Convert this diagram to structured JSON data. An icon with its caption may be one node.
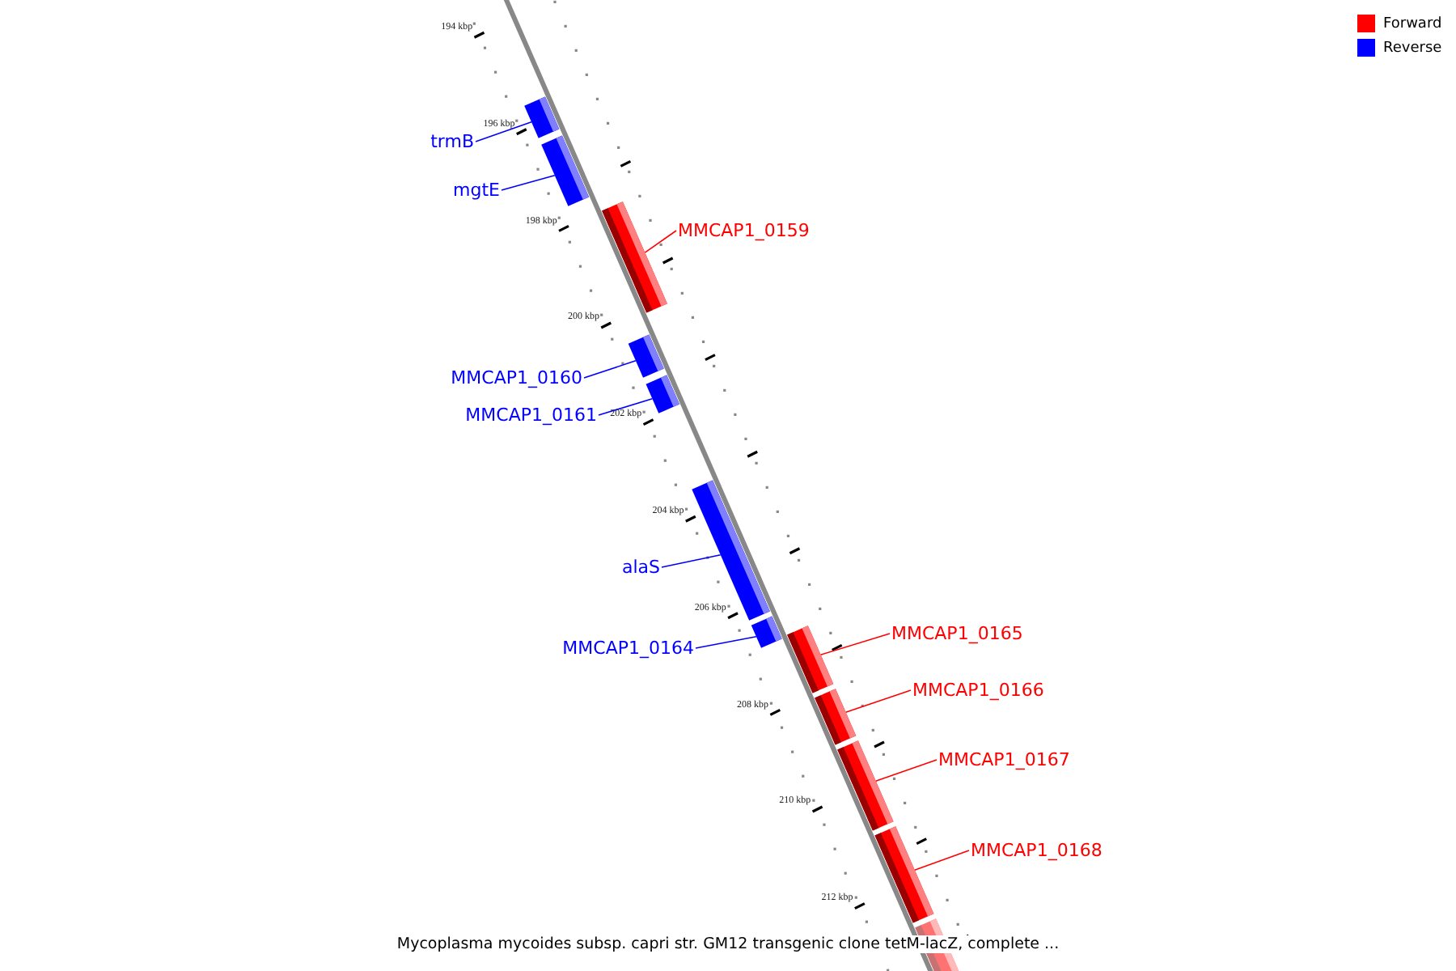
{
  "diagram": {
    "caption": "Mycoplasma mycoides subsp. capri str. GM12 transgenic clone tetM-lacZ, complete ...",
    "nodes": [
      {
        "text": [
          "trmB"
        ]
      },
      {
        "text": [],
        "shape": "bar"
      },
      {
        "text": [
          "mgtE"
        ]
      },
      {
        "text": [],
        "shape": "bar"
      },
      {
        "text": [
          "MMCAP1_0159"
        ]
      },
      {
        "text": [],
        "shape": "bar"
      },
      {
        "text": [
          "MMCAP1_0160"
        ]
      },
      {
        "text": [],
        "shape": "bar"
      },
      {
        "text": [
          "MMCAP1_0161"
        ]
      },
      {
        "text": [],
        "shape": "bar"
      },
      {
        "text": [
          "alaS"
        ]
      },
      {
        "text": [],
        "shape": "bar"
      },
      {
        "text": [
          "MMCAP1_0164"
        ]
      },
      {
        "text": [],
        "shape": "bar"
      },
      {
        "text": [
          "MMCAP1_0165"
        ]
      },
      {
        "text": [],
        "shape": "bar"
      },
      {
        "text": [
          "MMCAP1_0166"
        ]
      },
      {
        "text": [],
        "shape": "bar"
      },
      {
        "text": [
          "MMCAP1_0167"
        ]
      },
      {
        "text": [],
        "shape": "bar"
      },
      {
        "text": [
          "MMCAP1_0168"
        ]
      },
      {
        "text": [],
        "shape": "bar"
      },
      {
        "text": [],
        "shape": "bar"
      }
    ],
    "edges": [
      {
        "from": 0,
        "to": 1,
        "arrow": "none"
      },
      {
        "from": 2,
        "to": 3,
        "arrow": "none"
      },
      {
        "from": 4,
        "to": 5,
        "arrow": "none",
        "color": "#ff0000"
      },
      {
        "from": 6,
        "to": 7,
        "arrow": "none"
      },
      {
        "from": 8,
        "to": 9,
        "arrow": "none"
      },
      {
        "from": 10,
        "to": 11,
        "arrow": "none"
      },
      {
        "from": 12,
        "to": 13,
        "arrow": "none"
      },
      {
        "from": 14,
        "to": 15,
        "arrow": "none",
        "color": "#ff0000"
      },
      {
        "from": 16,
        "to": 17,
        "arrow": "none",
        "color": "#ff0000"
      },
      {
        "from": 18,
        "to": 19,
        "arrow": "none",
        "color": "#ff0000"
      },
      {
        "from": 20,
        "to": 21,
        "arrow": "none",
        "color": "#ff0000"
      }
    ],
    "labels": [
      "194 kbp",
      "196 kbp",
      "198 kbp",
      "200 kbp",
      "202 kbp",
      "204 kbp",
      "206 kbp",
      "208 kbp",
      "210 kbp",
      "212 kbp"
    ],
    "legend": [
      {
        "text": "Forward",
        "color": "#ff0000"
      },
      {
        "text": "Reverse",
        "color": "#0000ff"
      }
    ]
  }
}
